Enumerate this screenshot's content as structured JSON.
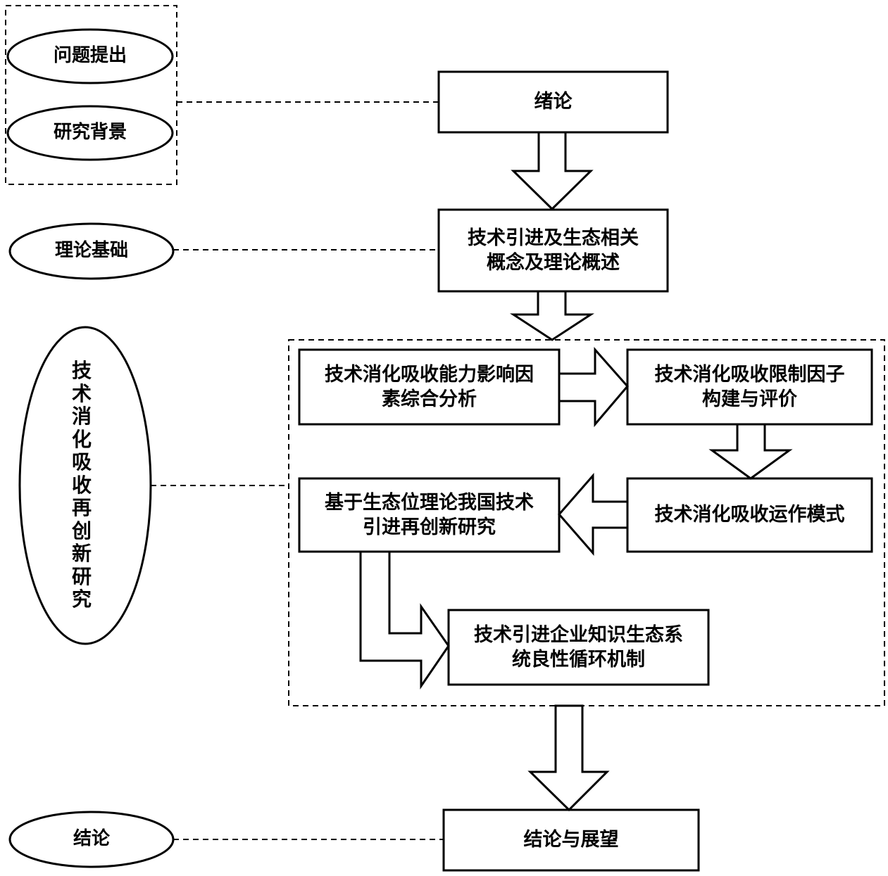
{
  "ovals": {
    "problem": "问题提出",
    "background": "研究背景",
    "theory": "理论基础",
    "research_chars": [
      "技",
      "术",
      "消",
      "化",
      "吸",
      "收",
      "再",
      "创",
      "新",
      "研",
      "究"
    ],
    "conclusion": "结论"
  },
  "boxes": {
    "intro": "绪论",
    "concepts": [
      "技术引进及生态相关",
      "概念及理论概述"
    ],
    "factors": [
      "技术消化吸收能力影响因",
      "素综合分析"
    ],
    "limits": [
      "技术消化吸收限制因子",
      "构建与评价"
    ],
    "operation": "技术消化吸收运作模式",
    "reinnovation": [
      "基于生态位理论我国技术",
      "引进再创新研究"
    ],
    "ecosystem": [
      "技术引进企业知识生态系",
      "统良性循环机制"
    ],
    "outlook": "结论与展望"
  },
  "colors": {
    "stroke": "#000000",
    "fill": "#ffffff"
  }
}
